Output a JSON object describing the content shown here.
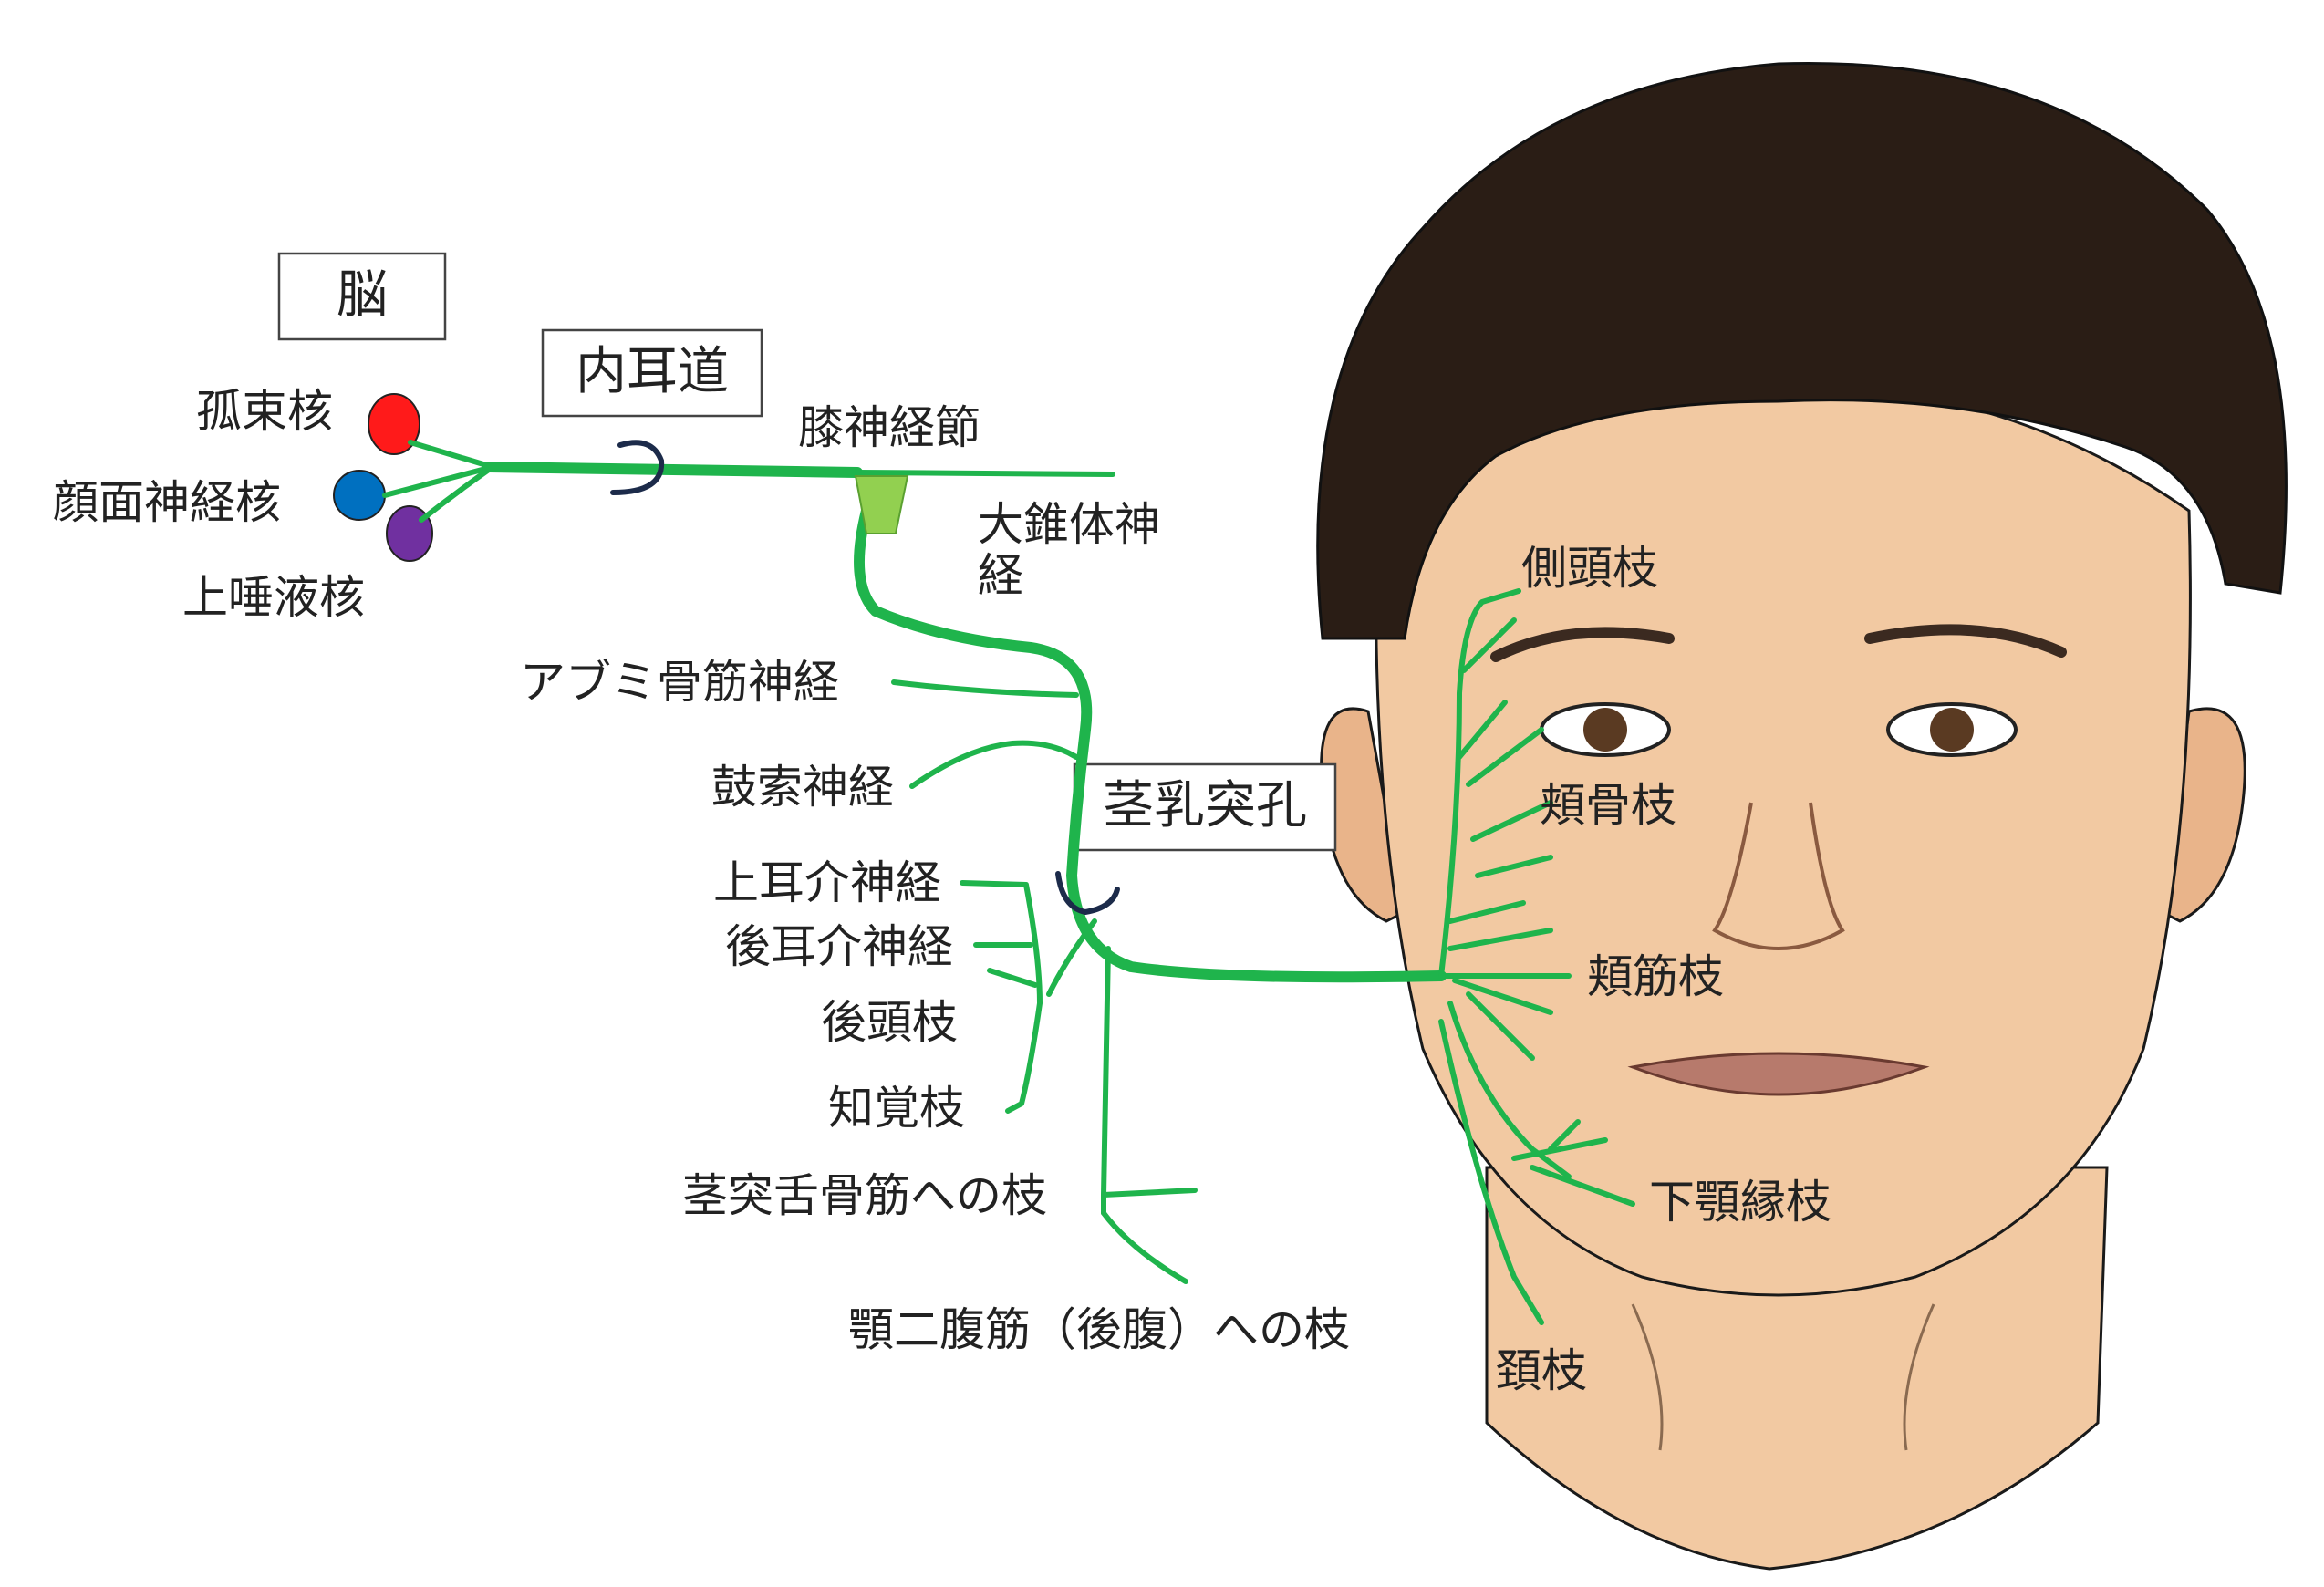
{
  "colors": {
    "nerve": "#1fb44c",
    "ganglion": "#92d050",
    "nucleus_solitary": "#ff1a1a",
    "nucleus_facial": "#0070c0",
    "nucleus_salivatory": "#7030a0",
    "canal_marker": "#1c2b4a",
    "skin": "#f2c9a2",
    "hair": "#2a1d15"
  },
  "boxes": {
    "brain": "脳",
    "internal_auditory_canal": "内耳道",
    "stylomastoid_foramen": "茎乳突孔"
  },
  "nuclei": {
    "solitary": "孤束核",
    "facial": "顔面神経核",
    "superior_salivatory": "上唾液核"
  },
  "nerve_labels": {
    "geniculate_ganglion": "膝神経節",
    "greater_petrosal_line1": "大錐体神",
    "greater_petrosal_line2": "経",
    "stapedius": "アブミ骨筋神経",
    "chorda_tympani": "鼓索神経",
    "superior_auricular": "上耳介神経",
    "posterior_auricular": "後耳介神経",
    "occipital": "後頭枝",
    "sensory": "知覚枝",
    "stylohyoid": "茎突舌骨筋への枝",
    "digastric": "顎二腹筋（後腹）への枝"
  },
  "face_branches": {
    "temporal": "側頭枝",
    "zygomatic": "頬骨枝",
    "buccal": "頬筋枝",
    "marginal_mandibular": "下顎縁枝",
    "cervical": "頚枝"
  }
}
